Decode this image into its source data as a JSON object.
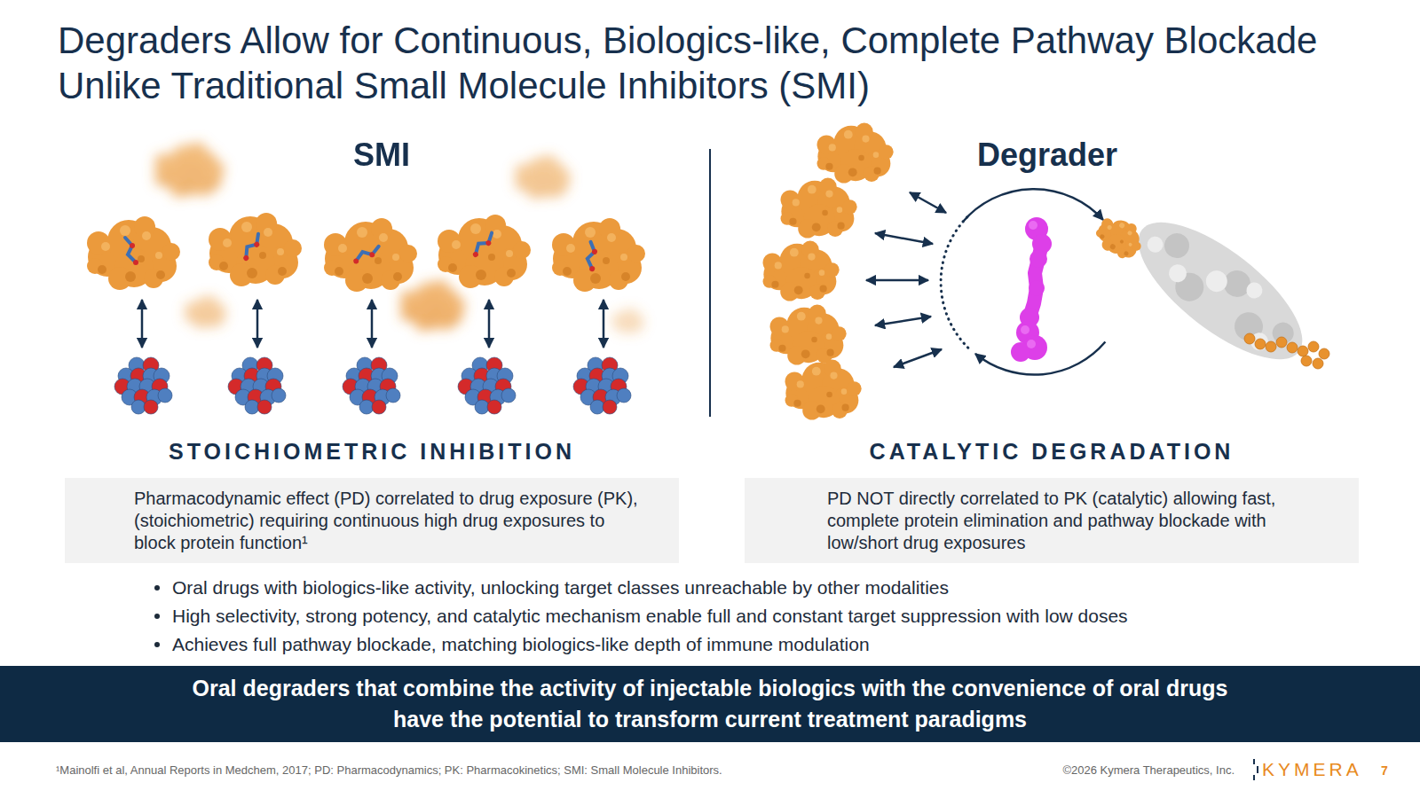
{
  "diagram": {
    "title": "Degraders Allow for Continuous, Biologics-like, Complete Pathway Blockade Unlike Traditional Small Molecule Inhibitors (SMI)",
    "nodes": [
      {
        "text": [
          "STOICHIOMETRIC INHIBITION",
          "Pharmacodynamic effect (PD) correlated to drug exposure (PK), (stoichiometric) requiring continuous high drug exposures to block protein function¹"
        ]
      },
      {
        "text": [
          "CATALYTIC DEGRADATION",
          "PD NOT directly correlated to PK (catalytic) allowing fast, complete protein elimination and pathway blockade with low/short drug exposures"
        ]
      },
      {
        "text": [
          "Oral degraders that combine the activity of injectable biologics with the convenience of oral drugs have the potential to transform current treatment paradigms"
        ]
      }
    ],
    "labels": [
      "SMI",
      "Degrader",
      "Oral drugs with biologics-like activity, unlocking target classes unreachable by other modalities",
      "High selectivity, strong potency, and catalytic mechanism enable full and constant target suppression with low doses",
      "Achieves full pathway blockade, matching biologics-like depth of immune modulation",
      "¹Mainolfi et al, Annual Reports in Medchem, 2017; PD: Pharmacodynamics; PK: Pharmacokinetics; SMI: Small Molecule Inhibitors.",
      "©2026 Kymera Therapeutics, Inc.",
      "KYMERA",
      "7"
    ]
  }
}
